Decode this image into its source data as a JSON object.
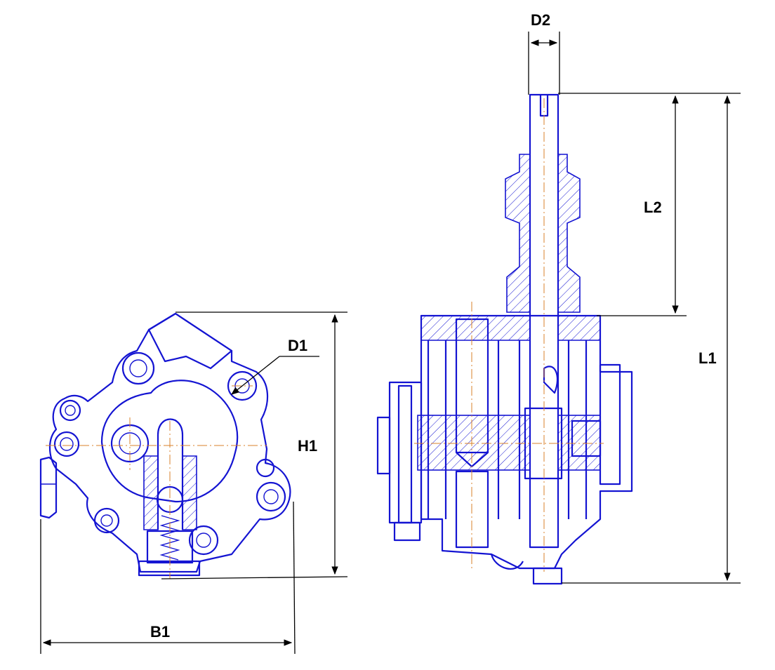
{
  "labels": {
    "d1": "D1",
    "d2": "D2",
    "h1": "H1",
    "b1": "B1",
    "l1": "L1",
    "l2": "L2"
  },
  "colors": {
    "part_outline": "#1414d2",
    "center_line": "#d9822b",
    "dimension": "#000000",
    "background": "#ffffff"
  }
}
